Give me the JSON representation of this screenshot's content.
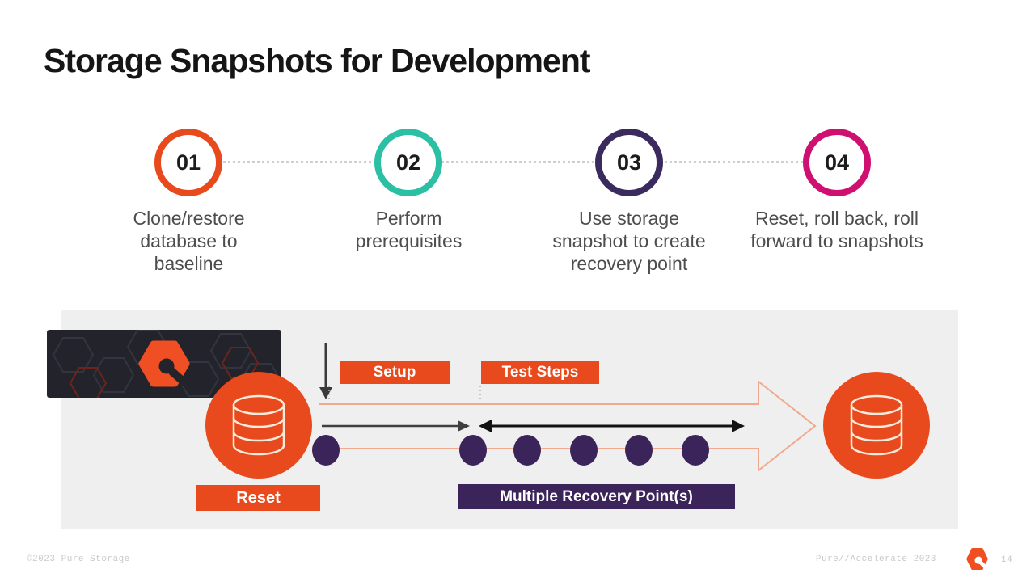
{
  "slide": {
    "title": "Storage Snapshots for Development",
    "steps": [
      {
        "number": "01",
        "ring_color": "#E8491D",
        "label": "Clone/restore database to baseline"
      },
      {
        "number": "02",
        "ring_color": "#2BBFA4",
        "label": "Perform prerequisites"
      },
      {
        "number": "03",
        "ring_color": "#3B2A5D",
        "label": "Use storage snapshot to create recovery point"
      },
      {
        "number": "04",
        "ring_color": "#D01070",
        "label": "Reset, roll back, roll forward to snapshots"
      }
    ],
    "diagram": {
      "setup_label": "Setup",
      "test_steps_label": "Test Steps",
      "reset_label": "Reset",
      "recovery_label": "Multiple Recovery Point(s)",
      "recovery_points_count": 6,
      "icons": [
        "database-icon",
        "pure-storage-array-banner",
        "down-arrow",
        "right-arrow",
        "double-headed-arrow",
        "big-flow-arrow"
      ]
    },
    "footer": {
      "copyright": "©2023 Pure Storage",
      "event": "Pure//Accelerate 2023",
      "page": "14",
      "logo_icon": "pure-storage-logo"
    }
  },
  "colors": {
    "accent_orange": "#E8491D",
    "teal": "#2BBFA4",
    "dark_purple_ring": "#3B2A5D",
    "magenta": "#D01070",
    "recovery_purple": "#3B2459",
    "panel_background": "#EFEFEF",
    "flow_arrow_outline": "#F0A98E",
    "step_text": "#4d4d4d",
    "footer_text": "#c9c9c9"
  }
}
